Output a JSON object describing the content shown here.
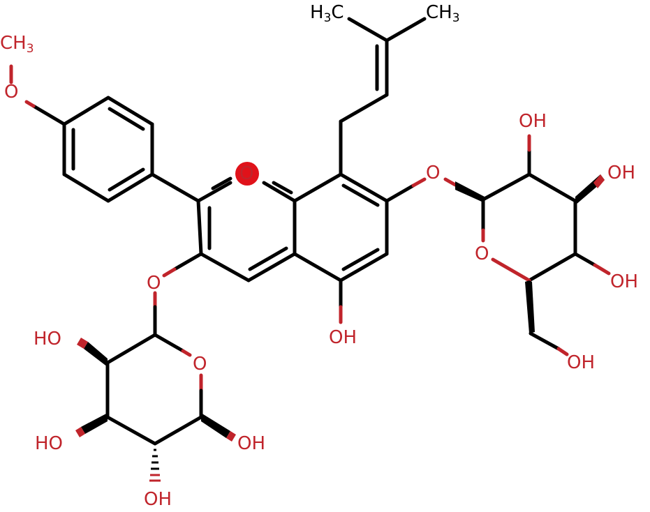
{
  "molecule": {
    "atom_labels": {
      "methoxy_ch3": {
        "main": "CH",
        "sub": "3"
      },
      "methoxy_o": "O",
      "ring_o_pyrylium": "O",
      "glycoside_o_left": "O",
      "glycoside_o_right": "O",
      "c5_oh": "OH",
      "left_ch3": {
        "main": "H",
        "sub": "3",
        "tail": "C"
      },
      "right_ch3": {
        "main": "CH",
        "sub": "3"
      },
      "sugar_right": {
        "oh_top": "OH",
        "oh_right_upper": "OH",
        "oh_right_lower": "OH",
        "ring_o": "O",
        "ch2oh": "OH"
      },
      "sugar_left": {
        "oh_left_upper": "HO",
        "ring_o": "O",
        "oh_left_lower": "HO",
        "oh_right": "OH",
        "oh_bottom": "OH"
      }
    },
    "colors": {
      "carbon_bond": "#000000",
      "heteroatom": "#c0242b",
      "charge_highlight": "#e0121a"
    }
  }
}
